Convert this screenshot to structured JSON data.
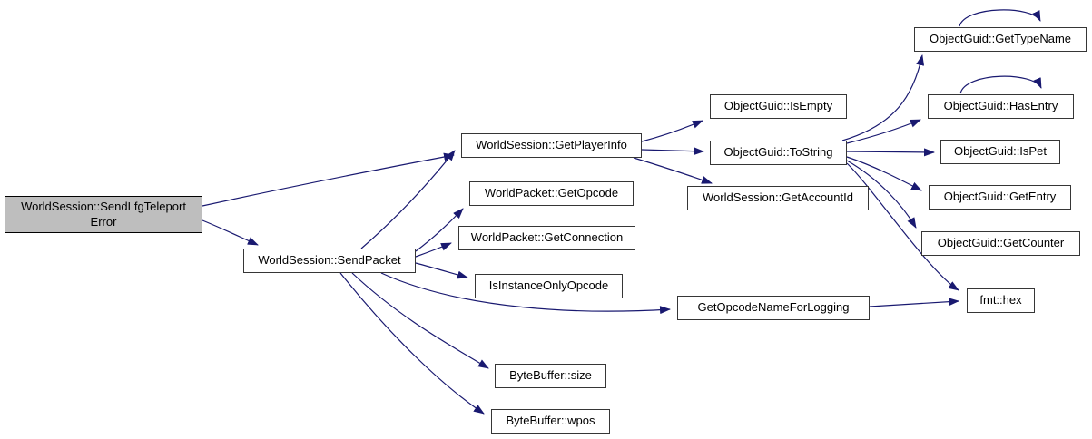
{
  "diagram": {
    "type": "call-graph",
    "colors": {
      "background": "#ffffff",
      "edge": "#191970",
      "node_fill": "#ffffff",
      "node_border": "#363636",
      "root_node_fill": "#bebebe",
      "text": "#000000"
    },
    "nodes": [
      {
        "id": "worldsession-sendlfgteleporterror",
        "label": "WorldSession::SendLfgTeleportError",
        "line1": "WorldSession::SendLfgTeleport",
        "line2": "Error",
        "role": "root"
      },
      {
        "id": "worldsession-sendpacket",
        "label": "WorldSession::SendPacket"
      },
      {
        "id": "worldsession-getplayerinfo",
        "label": "WorldSession::GetPlayerInfo"
      },
      {
        "id": "worldpacket-getopcode",
        "label": "WorldPacket::GetOpcode"
      },
      {
        "id": "worldpacket-getconnection",
        "label": "WorldPacket::GetConnection"
      },
      {
        "id": "isinstanceonlyopcode",
        "label": "IsInstanceOnlyOpcode"
      },
      {
        "id": "getopcodenameforlogging",
        "label": "GetOpcodeNameForLogging"
      },
      {
        "id": "bytebuffer-size",
        "label": "ByteBuffer::size"
      },
      {
        "id": "bytebuffer-wpos",
        "label": "ByteBuffer::wpos"
      },
      {
        "id": "objectguid-isempty",
        "label": "ObjectGuid::IsEmpty"
      },
      {
        "id": "objectguid-tostring",
        "label": "ObjectGuid::ToString"
      },
      {
        "id": "worldsession-getaccountid",
        "label": "WorldSession::GetAccountId"
      },
      {
        "id": "objectguid-gettypename",
        "label": "ObjectGuid::GetTypeName",
        "self_loop": true
      },
      {
        "id": "objectguid-hasentry",
        "label": "ObjectGuid::HasEntry",
        "self_loop": true
      },
      {
        "id": "objectguid-ispet",
        "label": "ObjectGuid::IsPet"
      },
      {
        "id": "objectguid-getentry",
        "label": "ObjectGuid::GetEntry"
      },
      {
        "id": "objectguid-getcounter",
        "label": "ObjectGuid::GetCounter"
      },
      {
        "id": "fmt-hex",
        "label": "fmt::hex"
      }
    ],
    "edges": [
      {
        "from": "worldsession-sendlfgteleporterror",
        "to": "worldsession-sendpacket"
      },
      {
        "from": "worldsession-sendlfgteleporterror",
        "to": "worldsession-getplayerinfo"
      },
      {
        "from": "worldsession-sendpacket",
        "to": "worldsession-getplayerinfo"
      },
      {
        "from": "worldsession-sendpacket",
        "to": "worldpacket-getopcode"
      },
      {
        "from": "worldsession-sendpacket",
        "to": "worldpacket-getconnection"
      },
      {
        "from": "worldsession-sendpacket",
        "to": "isinstanceonlyopcode"
      },
      {
        "from": "worldsession-sendpacket",
        "to": "getopcodenameforlogging"
      },
      {
        "from": "worldsession-sendpacket",
        "to": "bytebuffer-size"
      },
      {
        "from": "worldsession-sendpacket",
        "to": "bytebuffer-wpos"
      },
      {
        "from": "worldsession-getplayerinfo",
        "to": "objectguid-isempty"
      },
      {
        "from": "worldsession-getplayerinfo",
        "to": "objectguid-tostring"
      },
      {
        "from": "worldsession-getplayerinfo",
        "to": "worldsession-getaccountid"
      },
      {
        "from": "objectguid-tostring",
        "to": "objectguid-gettypename"
      },
      {
        "from": "objectguid-tostring",
        "to": "objectguid-hasentry"
      },
      {
        "from": "objectguid-tostring",
        "to": "objectguid-ispet"
      },
      {
        "from": "objectguid-tostring",
        "to": "objectguid-getentry"
      },
      {
        "from": "objectguid-tostring",
        "to": "objectguid-getcounter"
      },
      {
        "from": "objectguid-tostring",
        "to": "fmt-hex"
      },
      {
        "from": "getopcodenameforlogging",
        "to": "fmt-hex"
      },
      {
        "from": "objectguid-gettypename",
        "to": "objectguid-gettypename"
      },
      {
        "from": "objectguid-hasentry",
        "to": "objectguid-hasentry"
      }
    ]
  }
}
